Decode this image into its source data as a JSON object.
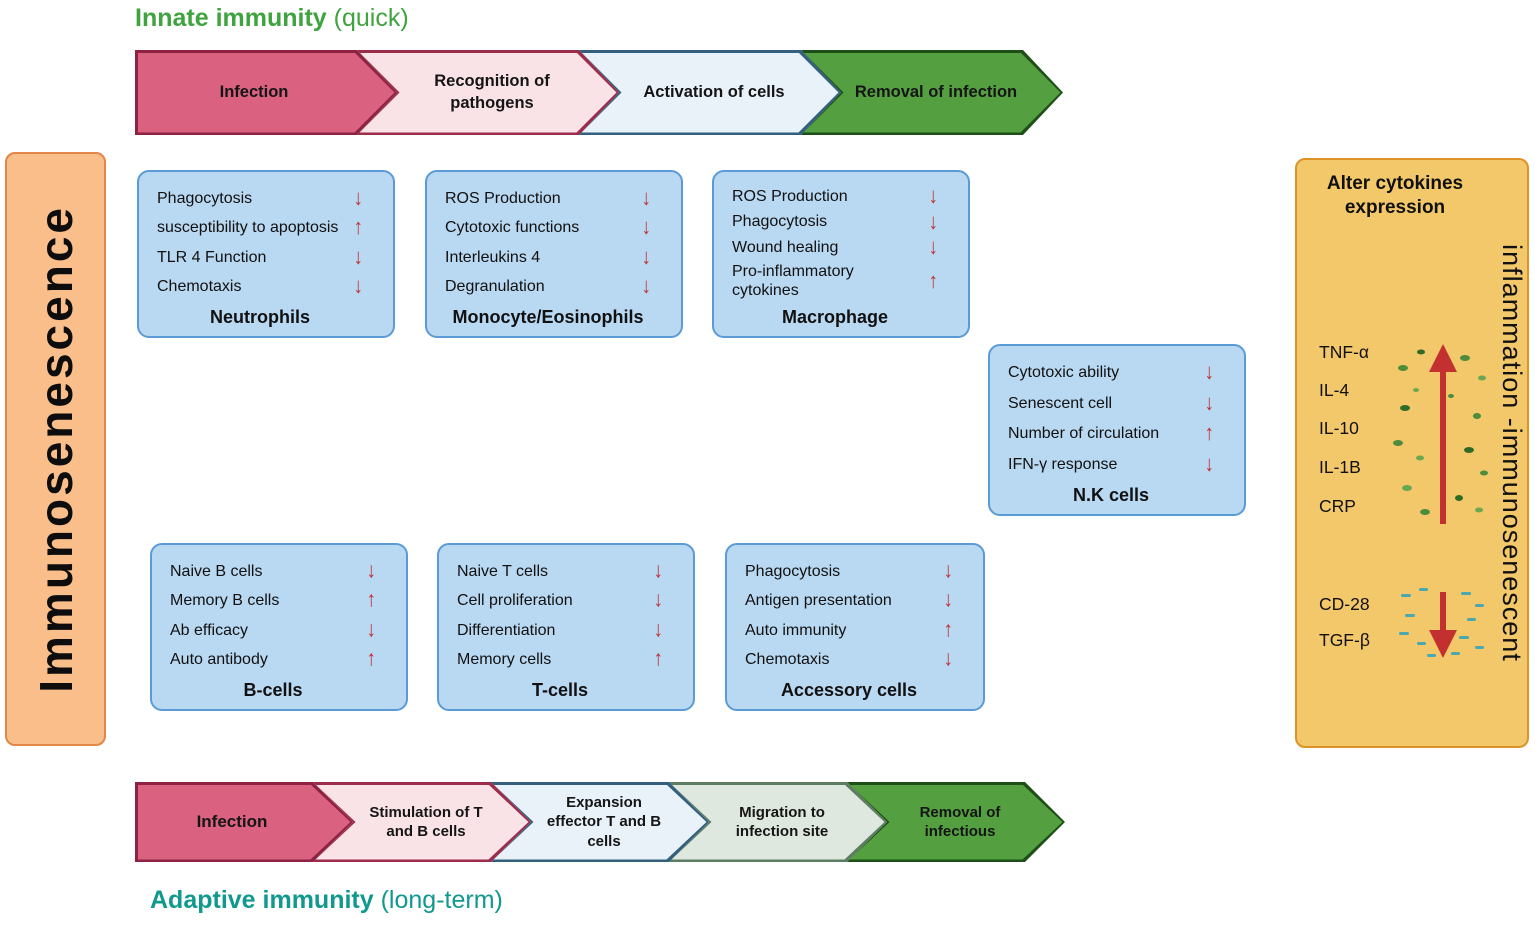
{
  "palette": {
    "rose": "#da6180",
    "rose_border": "#8e2242",
    "light_pink": "#f9e3e7",
    "pink_border": "#9c2c49",
    "light_blue": "#e9f1f9",
    "blue_border": "#33607f",
    "green": "#54a041",
    "green_border": "#1d4f17",
    "grey_green": "#dfe8de",
    "grey_green_border": "#5d7d62",
    "cell_box_fill": "#b9d8f2",
    "cell_box_border": "#5b9bd5",
    "left_bar_fill": "#f9be8a",
    "left_bar_border": "#e2874a",
    "cyto_panel_fill": "#f2c86b",
    "cyto_panel_border": "#de9327",
    "trend_arrow_red": "#c23030",
    "innate_green": "#3fa33f",
    "adaptive_teal": "#11998e"
  },
  "innate_title": {
    "bold": "Innate immunity",
    "rest": " (quick)"
  },
  "adaptive_title": {
    "bold": "Adaptive immunity",
    "rest": " (long-term)"
  },
  "left_bar_label": "Immunosenescence",
  "top_flow": [
    {
      "label": "Infection"
    },
    {
      "label": "Recognition of pathogens"
    },
    {
      "label": "Activation of cells"
    },
    {
      "label": "Removal of infection"
    }
  ],
  "bottom_flow": [
    {
      "label": "Infection"
    },
    {
      "label": "Stimulation of T and B cells"
    },
    {
      "label": "Expansion effector T and B cells"
    },
    {
      "label": "Migration to infection site"
    },
    {
      "label": "Removal of infectious"
    }
  ],
  "cell_boxes": [
    {
      "name": "Neutrophils",
      "items": [
        {
          "text": "Phagocytosis",
          "arrow": "↓"
        },
        {
          "text": "susceptibility to apoptosis",
          "arrow": "↑"
        },
        {
          "text": "TLR 4 Function",
          "arrow": "↓"
        },
        {
          "text": "Chemotaxis",
          "arrow": "↓"
        }
      ]
    },
    {
      "name": "Monocyte/Eosinophils",
      "items": [
        {
          "text": "ROS Production",
          "arrow": "↓"
        },
        {
          "text": "Cytotoxic  functions",
          "arrow": "↓"
        },
        {
          "text": "Interleukins  4",
          "arrow": "↓"
        },
        {
          "text": "Degranulation",
          "arrow": "↓"
        }
      ]
    },
    {
      "name": "Macrophage",
      "items": [
        {
          "text": "ROS Production",
          "arrow": "↓"
        },
        {
          "text": "Phagocytosis",
          "arrow": "↓"
        },
        {
          "text": "Wound healing",
          "arrow": "↓"
        },
        {
          "text": "Pro-inflammatory cytokines",
          "arrow": "↑"
        }
      ]
    },
    {
      "name": "N.K cells",
      "items": [
        {
          "text": "Cytotoxic ability",
          "arrow": "↓"
        },
        {
          "text": "Senescent cell",
          "arrow": "↓"
        },
        {
          "text": "Number of circulation",
          "arrow": "↑"
        },
        {
          "text": "IFN-γ response",
          "arrow": "↓"
        }
      ]
    },
    {
      "name": "B-cells",
      "items": [
        {
          "text": "Naive B cells",
          "arrow": "↓"
        },
        {
          "text": "Memory B cells",
          "arrow": "↑"
        },
        {
          "text": "Ab efficacy",
          "arrow": "↓"
        },
        {
          "text": "Auto antibody",
          "arrow": "↑"
        }
      ]
    },
    {
      "name": "T-cells",
      "items": [
        {
          "text": "Naive T cells",
          "arrow": "↓"
        },
        {
          "text": "Cell proliferation",
          "arrow": "↓"
        },
        {
          "text": "Differentiation",
          "arrow": "↓"
        },
        {
          "text": "Memory cells",
          "arrow": "↑"
        }
      ]
    },
    {
      "name": "Accessory cells",
      "items": [
        {
          "text": "Phagocytosis",
          "arrow": "↓"
        },
        {
          "text": "Antigen presentation",
          "arrow": "↓"
        },
        {
          "text": "Auto immunity",
          "arrow": "↑"
        },
        {
          "text": "Chemotaxis",
          "arrow": "↓"
        }
      ]
    }
  ],
  "cytokine_panel": {
    "title": "Alter cytokines expression",
    "up_items": [
      "TNF-α",
      "IL-4",
      "IL-10",
      "IL-1B",
      "CRP"
    ],
    "down_items": [
      "CD-28",
      "TGF-β"
    ],
    "vertical_label": "inflammation -immunosenescent"
  }
}
